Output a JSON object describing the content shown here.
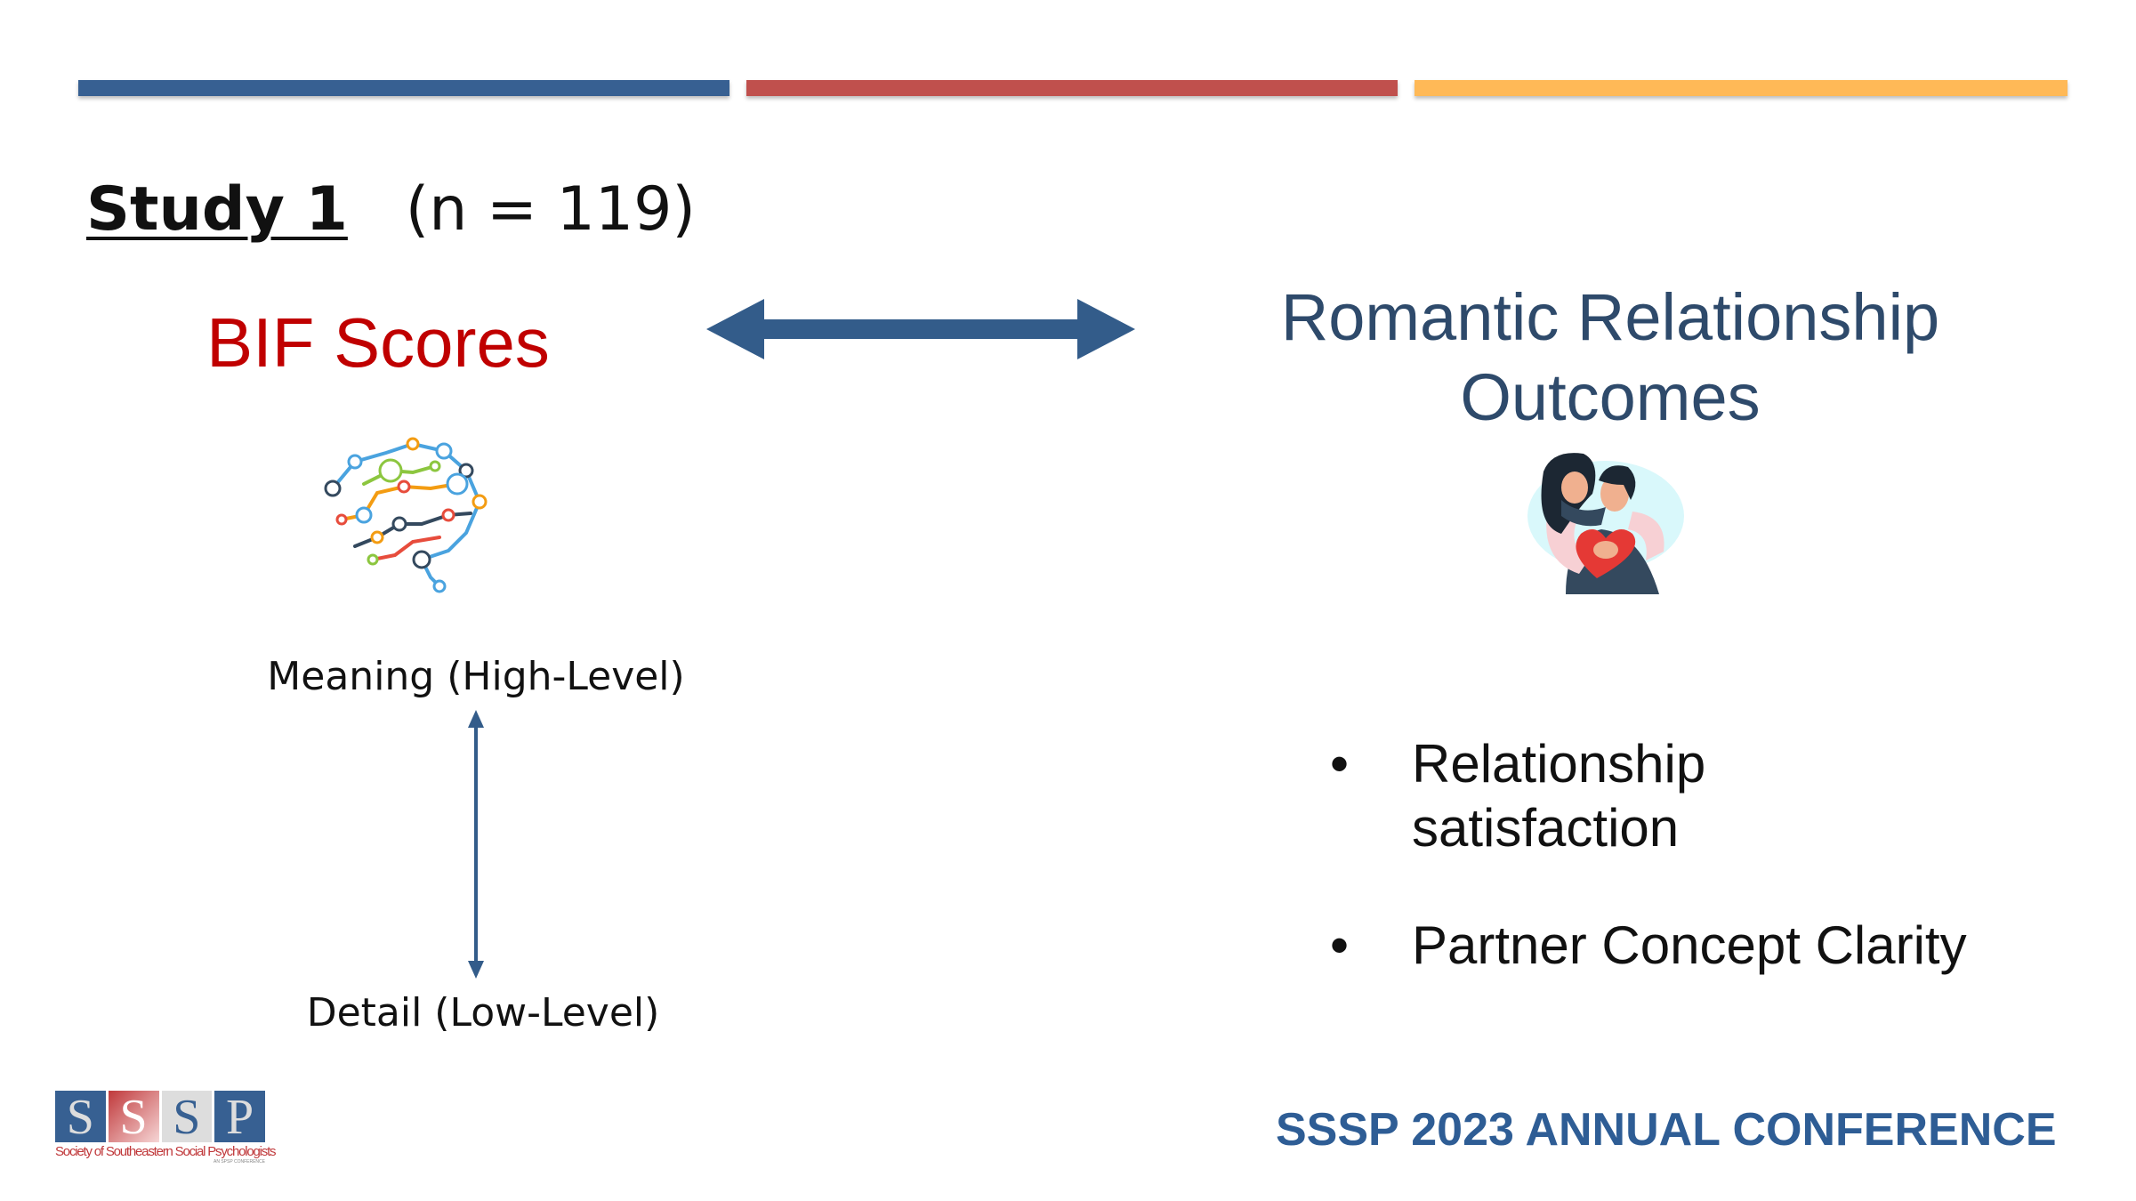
{
  "colors": {
    "blue": "#376092",
    "red": "#c0504d",
    "gold": "#ffb957",
    "title_red": "#c00000",
    "conf_blue": "#2e5d95"
  },
  "slide": {
    "study_label": "Study 1",
    "sample": "(n = 119)",
    "left_heading": "BIF Scores",
    "right_heading_line1": "Romantic Relationship",
    "right_heading_line2": "Outcomes",
    "scale_top": "Meaning (High-Level)",
    "scale_bottom": "Detail (Low-Level)",
    "bullets": [
      {
        "line1": "Relationship",
        "line2": "satisfaction"
      },
      {
        "line1": "Partner Concept Clarity"
      }
    ],
    "bullet_symbol": "•",
    "footer": "SSSP 2023 ANNUAL CONFERENCE"
  },
  "logo": {
    "letters": [
      "S",
      "S",
      "S",
      "P"
    ],
    "org": "Society of Southeastern Social Psychologists",
    "tag": "AN SPSP CONFERENCE"
  }
}
